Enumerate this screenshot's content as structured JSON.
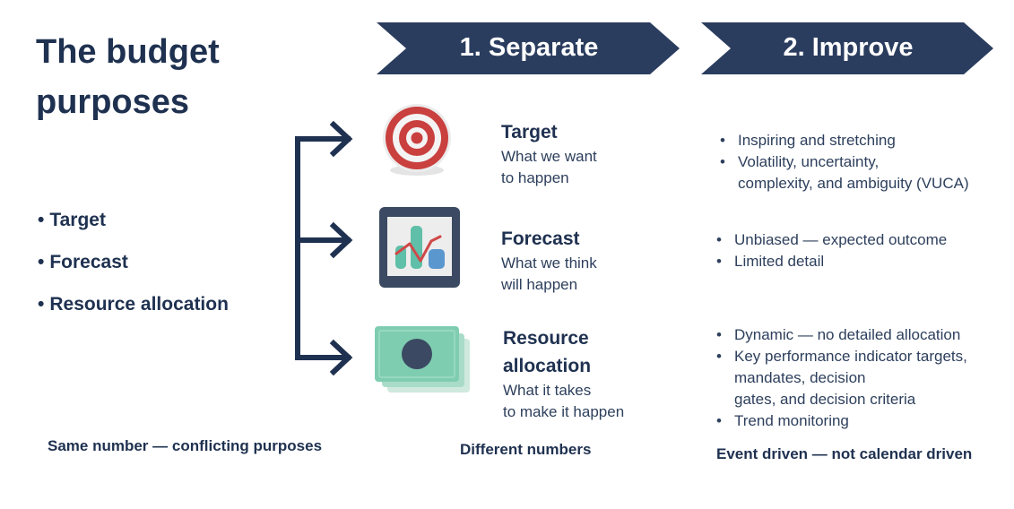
{
  "title": "The budget purposes",
  "left_list": [
    "Target",
    "Forecast",
    "Resource allocation"
  ],
  "left_footer": "Same number — conflicting purposes",
  "stages": [
    {
      "label": "1. Separate"
    },
    {
      "label": "2. Improve"
    }
  ],
  "items": [
    {
      "icon": "target-icon",
      "heading_lines": [
        "Target"
      ],
      "sub_lines": [
        "What we want",
        "to happen"
      ],
      "bullets": [
        [
          "Inspiring and stretching"
        ],
        [
          "Volatility, uncertainty,",
          "complexity, and ambiguity (VUCA)"
        ]
      ]
    },
    {
      "icon": "chart-icon",
      "heading_lines": [
        "Forecast"
      ],
      "sub_lines": [
        "What we think",
        "will happen"
      ],
      "bullets": [
        [
          "Unbiased — expected outcome"
        ],
        [
          "Limited detail"
        ]
      ]
    },
    {
      "icon": "money-icon",
      "heading_lines": [
        "Resource",
        "allocation"
      ],
      "sub_lines": [
        "What it takes",
        "to make it happen"
      ],
      "bullets": [
        [
          "Dynamic — no detailed allocation"
        ],
        [
          "Key performance indicator targets,",
          "mandates, decision",
          "gates, and decision criteria"
        ],
        [
          "Trend monitoring"
        ]
      ]
    }
  ],
  "middle_footer": "Different numbers",
  "right_footer": "Event driven — not calendar driven",
  "colors": {
    "navy": "#1f3150",
    "chevron": "#2b3d5f",
    "target_red": "#c9403f",
    "money_green": "#7fcdb1",
    "chart_teal": "#5fbfa8",
    "chart_blue": "#5a97cf",
    "chart_red": "#d04848"
  }
}
